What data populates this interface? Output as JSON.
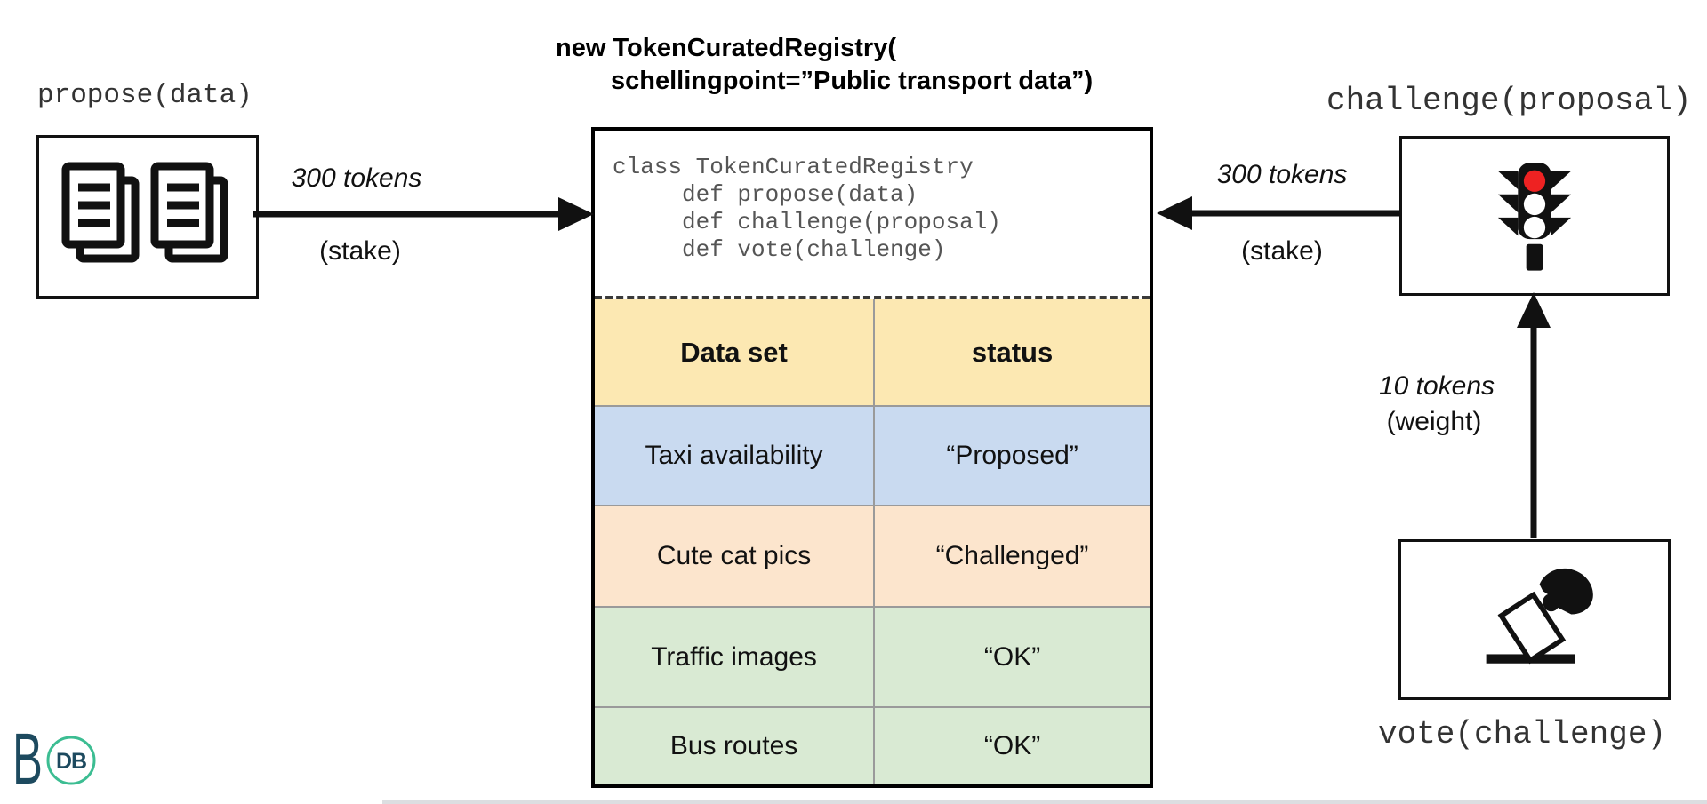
{
  "title": {
    "line1": "new TokenCuratedRegistry(",
    "line2": "schellingpoint=”Public transport data”)"
  },
  "actors": {
    "propose": {
      "label": "propose(data)",
      "icon": "documents-icon"
    },
    "challenge": {
      "label": "challenge(proposal)",
      "icon": "traffic-light-icon"
    },
    "vote": {
      "label": "vote(challenge)",
      "icon": "ballot-hand-icon"
    }
  },
  "flows": {
    "propose_to_registry": {
      "amount": "300 tokens",
      "note": "(stake)"
    },
    "challenge_to_registry": {
      "amount": "300 tokens",
      "note": "(stake)"
    },
    "vote_to_challenge": {
      "amount": "10 tokens",
      "note": "(weight)"
    }
  },
  "registry": {
    "code": [
      "class TokenCuratedRegistry",
      "     def propose(data)",
      "     def challenge(proposal)",
      "     def vote(challenge)"
    ]
  },
  "table": {
    "headers": [
      "Data set",
      "status"
    ],
    "rows": [
      [
        "Taxi availability",
        "“Proposed”"
      ],
      [
        "Cute cat pics",
        "“Challenged”"
      ],
      [
        "Traffic images",
        "“OK”"
      ],
      [
        "Bus routes",
        "“OK”"
      ]
    ],
    "header_color": "#fce8b2",
    "row_colors": [
      "#c9daf0",
      "#fce5cd",
      "#d9ead3",
      "#d9ead3"
    ]
  },
  "colors": {
    "traffic_red": "#ee2222",
    "ink": "#111111"
  },
  "logo": {
    "letter": "B",
    "badge": "DB",
    "accent": "#3cbd92",
    "ink": "#1d4a5f"
  }
}
